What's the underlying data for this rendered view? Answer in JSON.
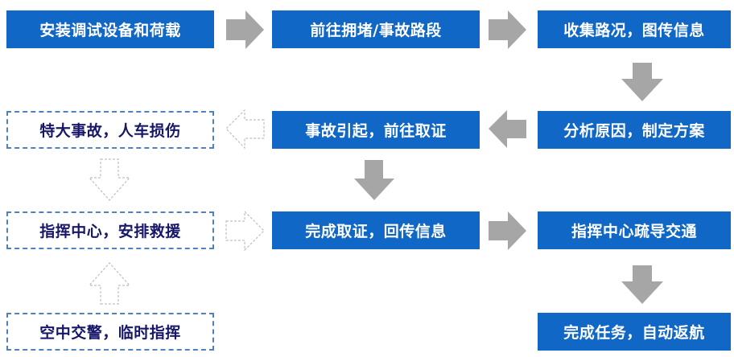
{
  "flow": {
    "step_install": "安装调试设备和荷载",
    "step_goto": "前往拥堵/事故路段",
    "step_collect": "收集路况，图传信息",
    "step_analyze": "分析原因，制定方案",
    "step_accident_evidence": "事故引起，前往取证",
    "step_done_evidence": "完成取证，回传信息",
    "step_command_traffic": "指挥中心疏导交通",
    "step_finish": "完成任务，自动返航"
  },
  "branch": {
    "major_accident": "特大事故，人车损伤",
    "command_rescue": "指挥中心，安排救援",
    "air_police": "空中交警，临时指挥"
  },
  "colors": {
    "solid_box": "#1067c5",
    "solid_text": "#ffffff",
    "dashed_border": "#4f81bd",
    "dashed_text": "#17176a",
    "arrow_solid": "#a6a6a6",
    "arrow_outline": "#bfbfbf"
  }
}
